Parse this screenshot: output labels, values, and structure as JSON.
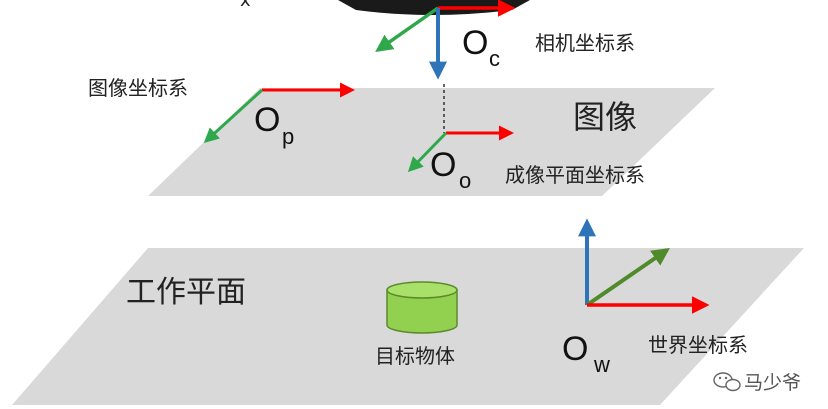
{
  "labels": {
    "x_partial": "x",
    "camera_system": "相机坐标系",
    "image_system": "图像坐标系",
    "image_title": "图像",
    "imaging_plane_system": "成像平面坐标系",
    "work_plane": "工作平面",
    "target_object": "目标物体",
    "world_system": "世界坐标系"
  },
  "origins": {
    "camera": {
      "main": "O",
      "sub": "c"
    },
    "image": {
      "main": "O",
      "sub": "p"
    },
    "imaging": {
      "main": "O",
      "sub": "o"
    },
    "world": {
      "main": "O",
      "sub": "w"
    }
  },
  "watermark": {
    "text": "马少爷",
    "icon": "wechat-icon"
  },
  "colors": {
    "plane": "#d9d9d9",
    "axis_x": "#ff0000",
    "axis_y": "#2ea84a",
    "axis_z": "#2f74b8",
    "world_y": "#4f8a2b",
    "cylinder_fill": "#92d050",
    "cylinder_top": "#a9e06a",
    "cylinder_stroke": "#5a8a2a",
    "camera_body": "#1a1a1a"
  }
}
